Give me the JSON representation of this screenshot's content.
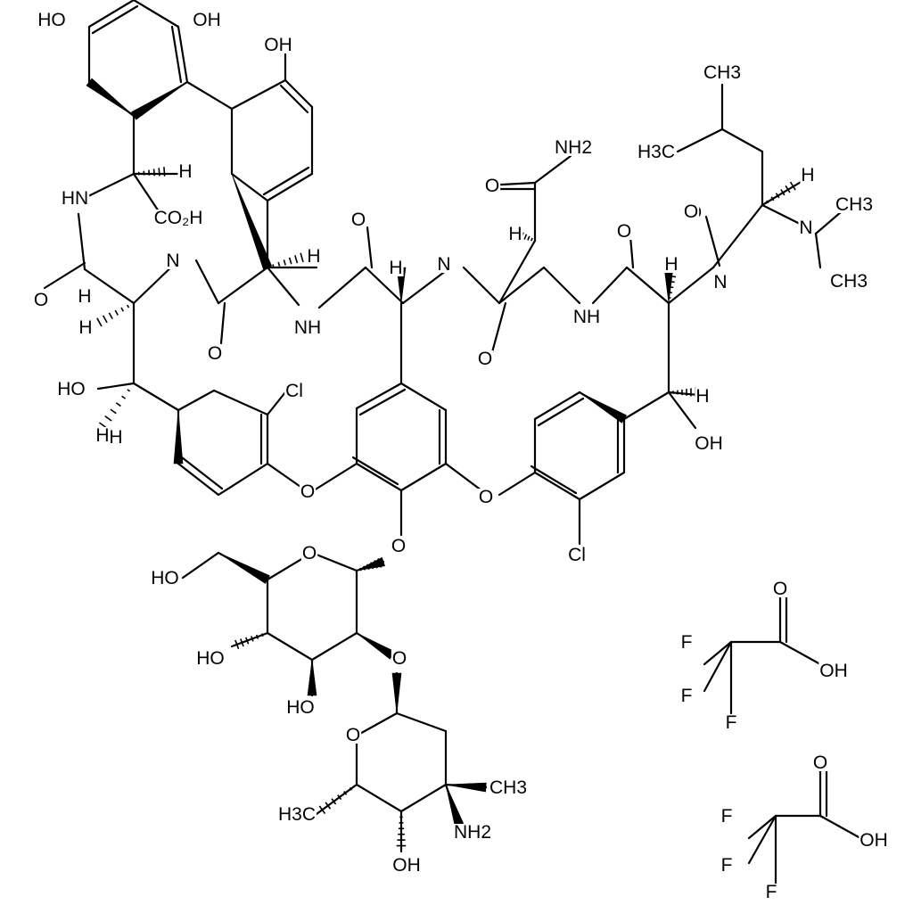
{
  "molecule": {
    "labels": [
      "HO",
      "OH",
      "OH",
      "HN",
      "H",
      "CO₂H",
      "N",
      "H",
      "O",
      "O",
      "H",
      "NH",
      "O",
      "H",
      "O",
      "N",
      "H",
      "NH2",
      "O",
      "H",
      "O",
      "NH",
      "O",
      "H",
      "N",
      "H",
      "CH3",
      "H3C",
      "O",
      "N",
      "CH3",
      "CH3",
      "HO",
      "H",
      "Cl",
      "O",
      "O",
      "O",
      "H",
      "OH",
      "Cl",
      "H",
      "O",
      "HO",
      "HO",
      "HO",
      "O",
      "O",
      "CH3",
      "H3C",
      "NH2",
      "OH",
      "F",
      "F",
      "F",
      "O",
      "OH",
      "F",
      "F",
      "F",
      "O",
      "OH",
      "H"
    ]
  }
}
